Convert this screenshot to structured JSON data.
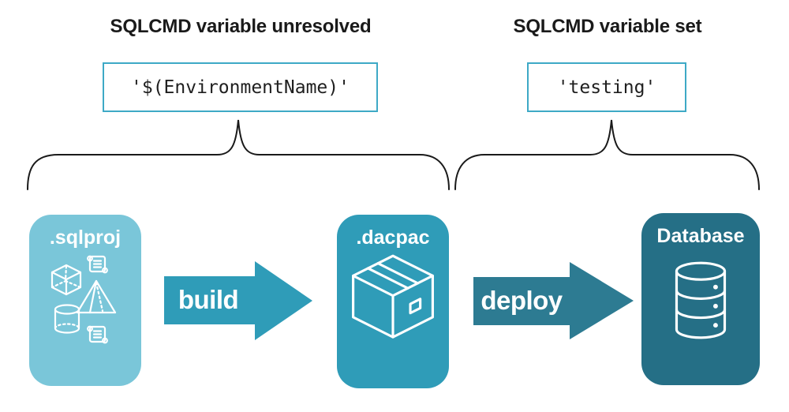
{
  "colors": {
    "light-blue": "#7AC6D9",
    "teal": "#2F9CB8",
    "dark-teal": "#256F86",
    "deploy-teal": "#2D7B92",
    "code-border": "#3EA9C6",
    "ink": "#1A1A1A"
  },
  "annotations": {
    "unresolved": {
      "title": "SQLCMD variable unresolved",
      "code": "'$(EnvironmentName)'"
    },
    "resolved": {
      "title": "SQLCMD variable set",
      "code": "'testing'"
    }
  },
  "nodes": {
    "sqlproj": {
      "label": ".sqlproj"
    },
    "dacpac": {
      "label": ".dacpac"
    },
    "database": {
      "label": "Database"
    }
  },
  "arrows": {
    "build": {
      "label": "build"
    },
    "deploy": {
      "label": "deploy"
    }
  }
}
